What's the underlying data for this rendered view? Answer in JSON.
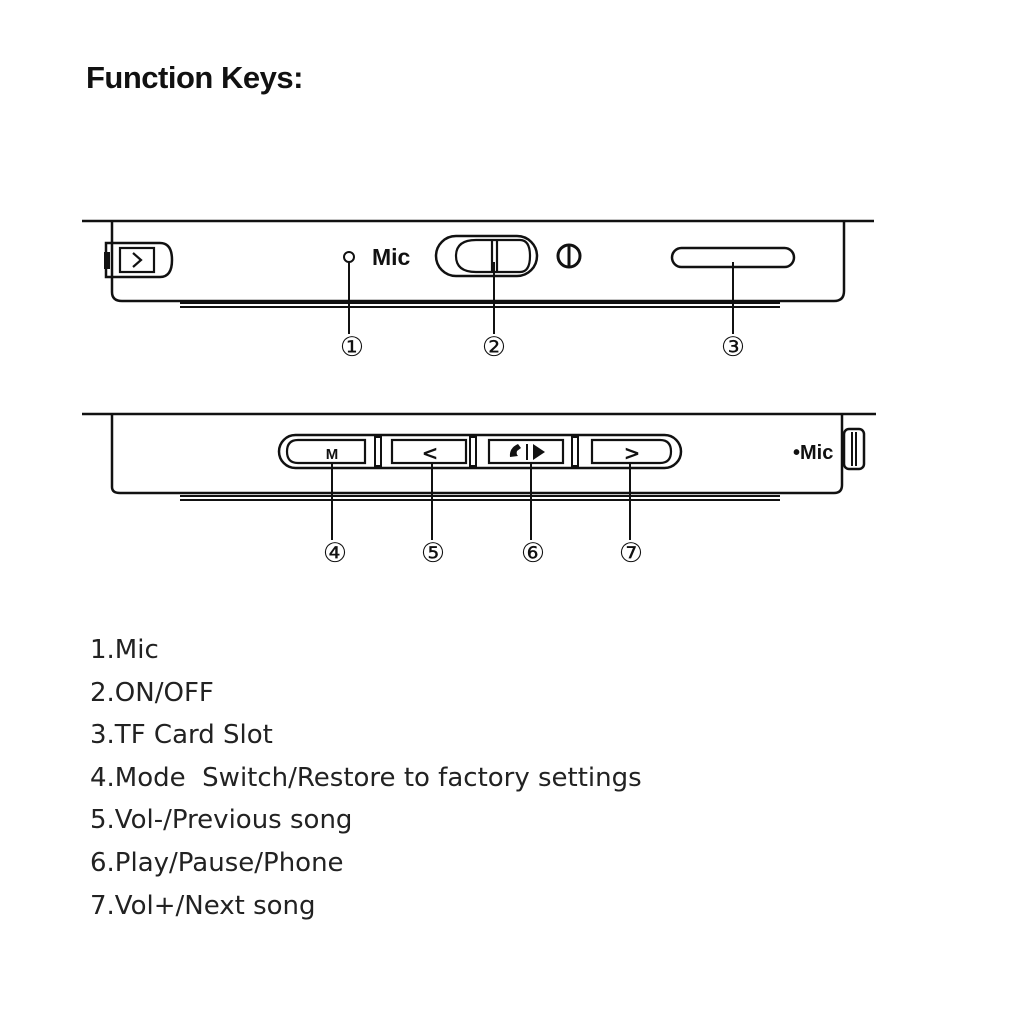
{
  "title": "Function Keys:",
  "top_view": {
    "mic_label": "Mic",
    "callouts": [
      "①",
      "②",
      "③"
    ]
  },
  "bottom_view": {
    "mode_button_label": "M",
    "vol_down_glyph": "<",
    "vol_up_glyph": ">",
    "mic_label": "•Mic",
    "callouts": [
      "④",
      "⑤",
      "⑥",
      "⑦"
    ]
  },
  "legend": [
    "1.Mic",
    "2.ON/OFF",
    "3.TF Card Slot",
    "4.Mode  Switch/Restore to factory settings",
    "5.Vol-/Previous song",
    "6.Play/Pause/Phone",
    "7.Vol+/Next song"
  ]
}
